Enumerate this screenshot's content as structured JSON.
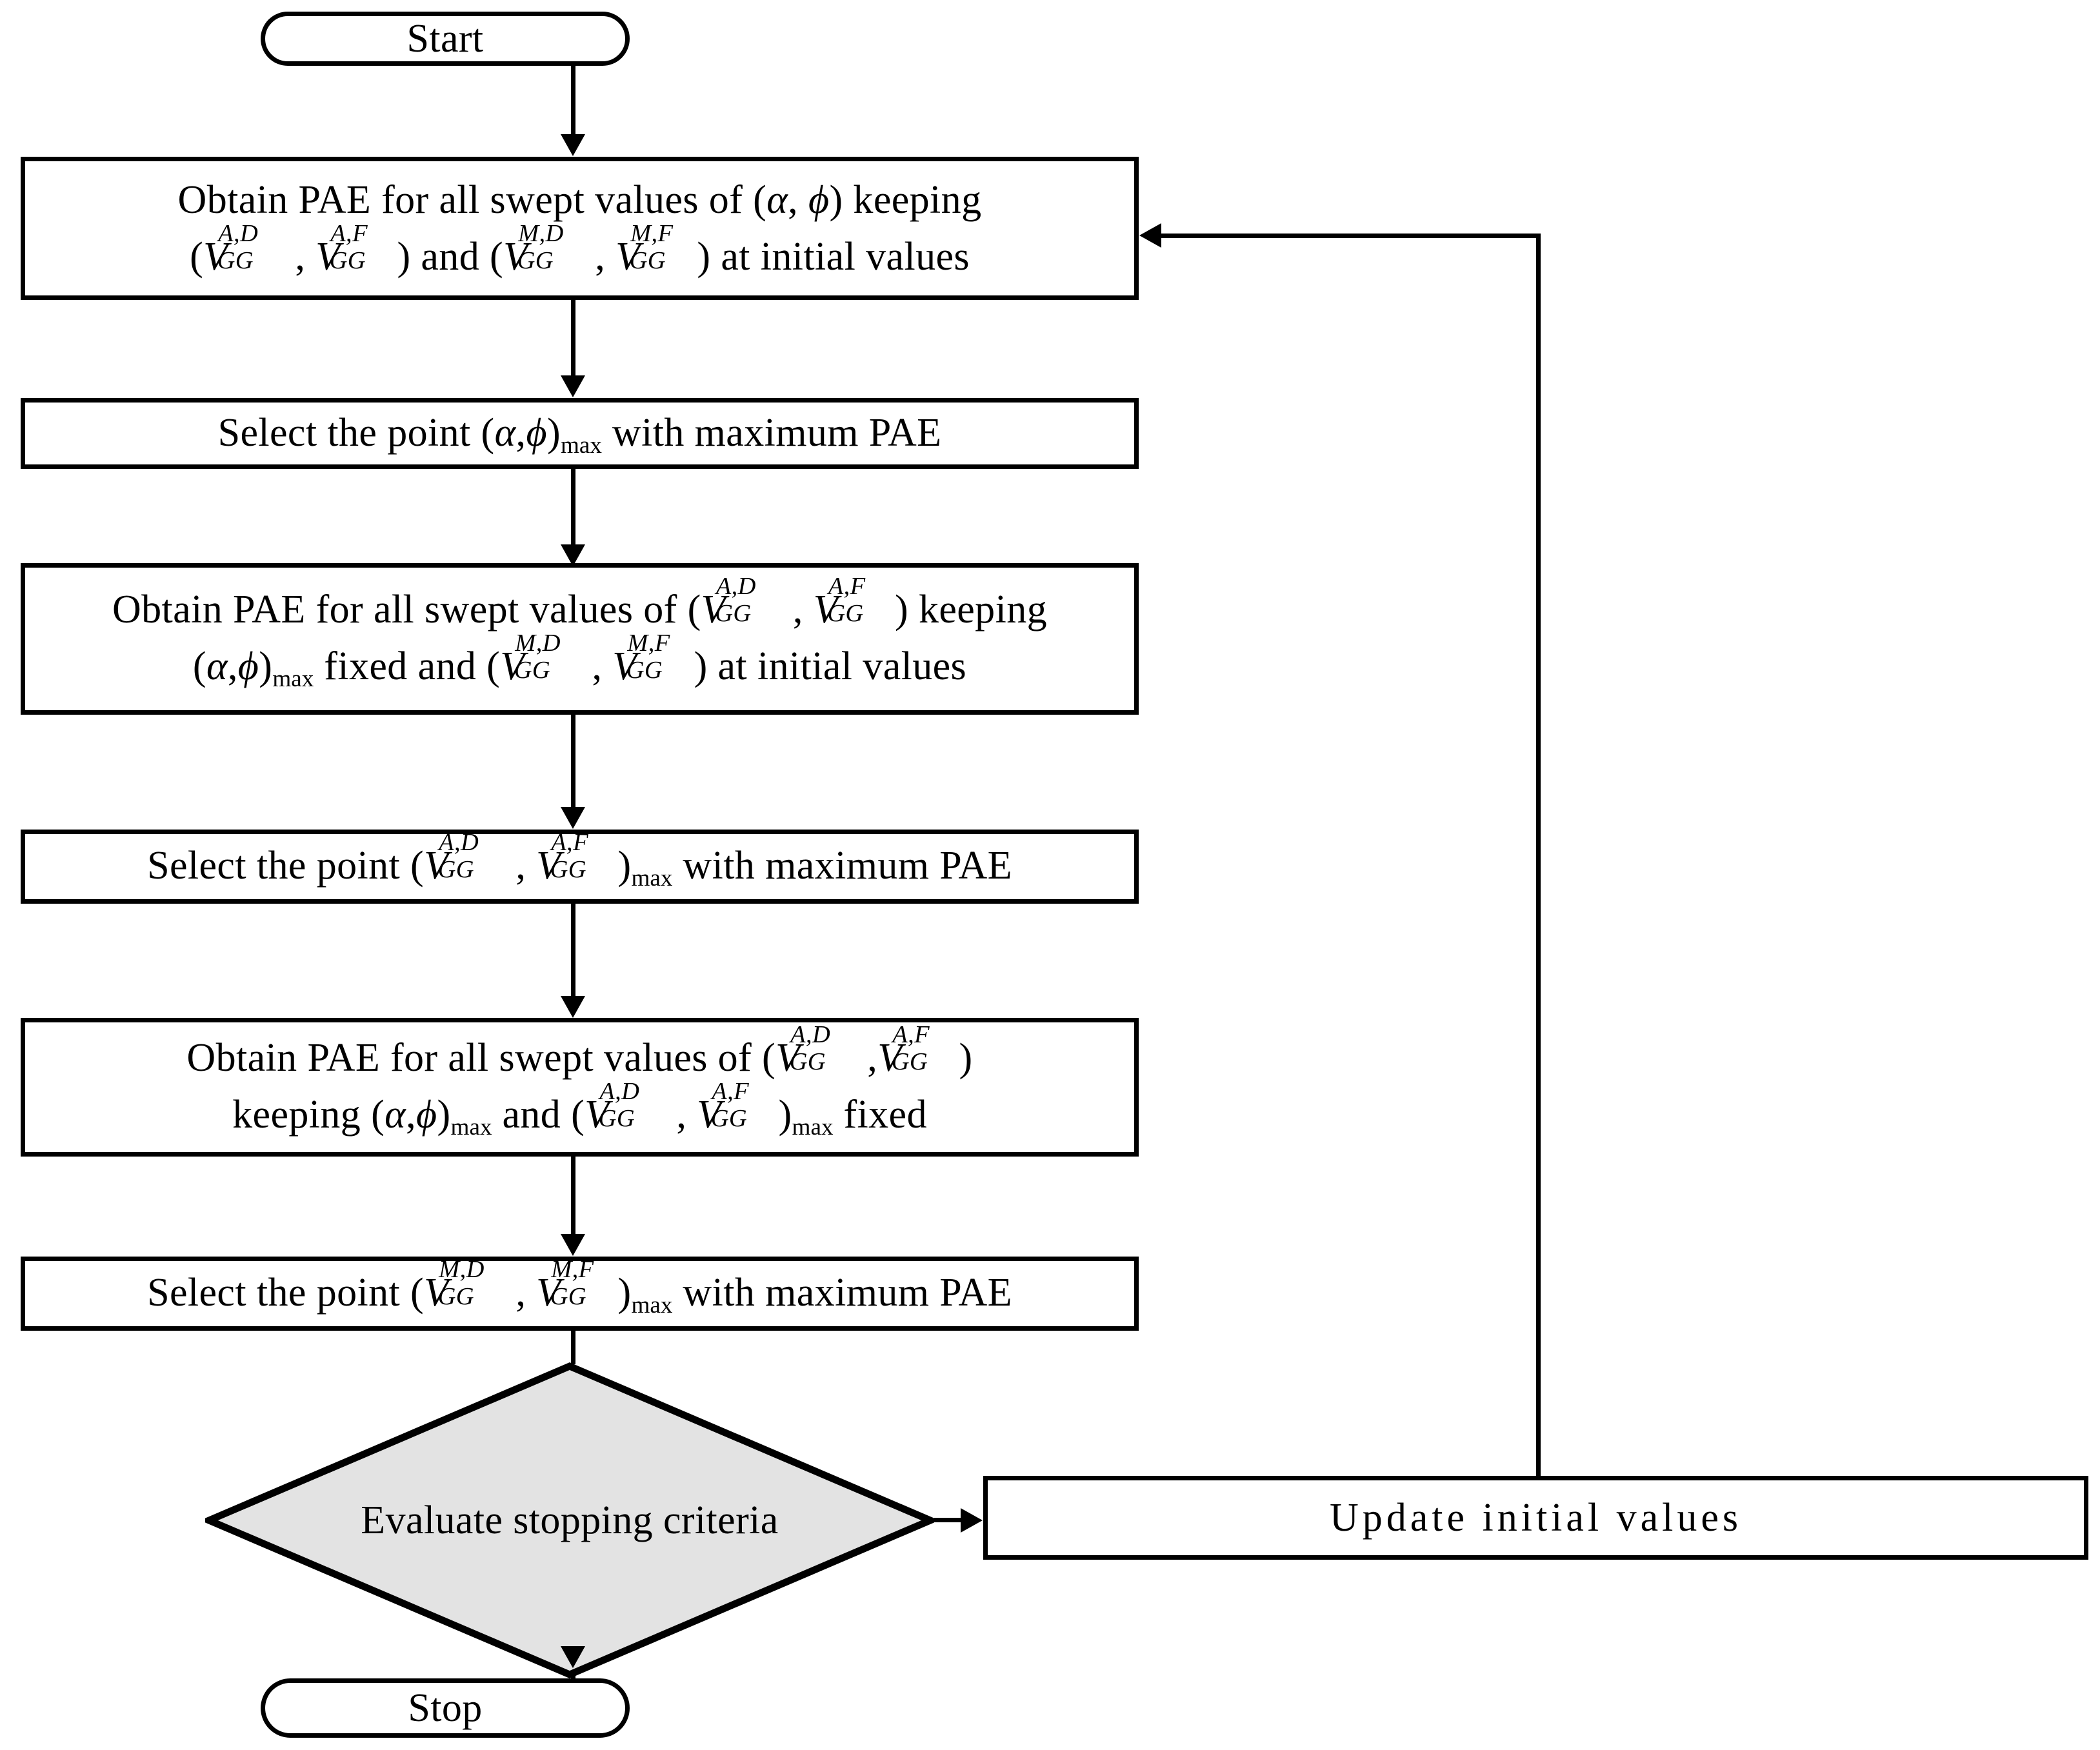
{
  "diagram": {
    "type": "flowchart",
    "title": "PAE optimization sweep flowchart",
    "colors": {
      "stroke": "#000000",
      "node_fill": "#FFFFFF",
      "decision_fill": "#E3E3E3",
      "text": "#000000"
    },
    "nodes": {
      "start": {
        "shape": "terminal",
        "label": "Start"
      },
      "obtain_pae_alpha_phi": {
        "shape": "process",
        "line1_part1": "Obtain PAE for all swept values of (",
        "line1_alpha": "α",
        "line1_comma": ", ",
        "line1_phi": "ϕ",
        "line1_part2": ") keeping",
        "line2_open": "(",
        "v1_base": "V",
        "v1_sup": "A,D",
        "v1_sub": "GG",
        "line2_sep": " , ",
        "v2_base": "V",
        "v2_sup": "A,F",
        "v2_sub": "GG",
        "line2_mid": ") and (",
        "v3_base": "V",
        "v3_sup": "M,D",
        "v3_sub": "GG",
        "line2_sep2": " , ",
        "v4_base": "V",
        "v4_sup": "M,F",
        "v4_sub": "GG",
        "line2_tail": ") at initial values"
      },
      "select_alpha_phi_max": {
        "shape": "process",
        "part1": "Select the point (",
        "alpha": "α",
        "comma": ",",
        "phi": "ϕ",
        "close": ")",
        "sub": "max",
        "part2": " with maximum PAE"
      },
      "obtain_pae_vgg_a": {
        "shape": "process",
        "line1_part1": "Obtain PAE for all swept values of (",
        "v1_base": "V",
        "v1_sup": "A,D",
        "v1_sub": "GG",
        "line1_sep": " , ",
        "v2_base": "V",
        "v2_sup": "A,F",
        "v2_sub": "GG",
        "line1_part2": ") keeping",
        "line2_open": "(",
        "alpha": "α",
        "comma": ",",
        "phi": "ϕ",
        "close": ")",
        "sub": "max",
        "line2_mid": " fixed and (",
        "v3_base": "V",
        "v3_sup": "M,D",
        "v3_sub": "GG",
        "line2_sep2": " , ",
        "v4_base": "V",
        "v4_sup": "M,F",
        "v4_sub": "GG",
        "line2_tail": ") at initial values"
      },
      "select_vgg_a_max": {
        "shape": "process",
        "part1": "Select the point (",
        "v1_base": "V",
        "v1_sup": "A,D",
        "v1_sub": "GG",
        "sep": " , ",
        "v2_base": "V",
        "v2_sup": "A,F",
        "v2_sub": "GG",
        "close": ")",
        "sub": "max",
        "part2": " with maximum PAE"
      },
      "obtain_pae_vgg_m": {
        "shape": "process",
        "line1_part1": "Obtain PAE for all swept values of (",
        "v1_base": "V",
        "v1_sup": "A,D",
        "v1_sub": "GG",
        "line1_sep": " ,",
        "v2_base": "V",
        "v2_sup": "A,F",
        "v2_sub": "GG",
        "line1_part2": ")",
        "line2_pre": "keeping  (",
        "alpha": "α",
        "comma": ",",
        "phi": "ϕ",
        "close1": ")",
        "sub1": "max",
        "line2_mid": "  and  (",
        "v3_base": "V",
        "v3_sup": "A,D",
        "v3_sub": "GG",
        "line2_sep2": " , ",
        "v4_base": "V",
        "v4_sup": "A,F",
        "v4_sub": "GG",
        "close2": ")",
        "sub2": "max",
        "line2_tail": "  fixed"
      },
      "select_vgg_m_max": {
        "shape": "process",
        "part1": "Select the point (",
        "v1_base": "V",
        "v1_sup": "M,D",
        "v1_sub": "GG",
        "sep": " , ",
        "v2_base": "V",
        "v2_sup": "M,F",
        "v2_sub": "GG",
        "close": ")",
        "sub": "max",
        "part2": " with maximum PAE"
      },
      "evaluate_stopping_criteria": {
        "shape": "decision",
        "label": "Evaluate stopping criteria"
      },
      "update_initial_values": {
        "shape": "process",
        "label": "Update  initial  values"
      },
      "stop": {
        "shape": "terminal",
        "label": "Stop"
      }
    },
    "edges": [
      {
        "from": "start",
        "to": "obtain_pae_alpha_phi",
        "direction": "down"
      },
      {
        "from": "obtain_pae_alpha_phi",
        "to": "select_alpha_phi_max",
        "direction": "down"
      },
      {
        "from": "select_alpha_phi_max",
        "to": "obtain_pae_vgg_a",
        "direction": "down"
      },
      {
        "from": "obtain_pae_vgg_a",
        "to": "select_vgg_a_max",
        "direction": "down"
      },
      {
        "from": "select_vgg_a_max",
        "to": "obtain_pae_vgg_m",
        "direction": "down"
      },
      {
        "from": "obtain_pae_vgg_m",
        "to": "select_vgg_m_max",
        "direction": "down"
      },
      {
        "from": "select_vgg_m_max",
        "to": "evaluate_stopping_criteria",
        "direction": "down"
      },
      {
        "from": "evaluate_stopping_criteria",
        "to": "update_initial_values",
        "direction": "right"
      },
      {
        "from": "evaluate_stopping_criteria",
        "to": "stop",
        "direction": "down"
      },
      {
        "from": "update_initial_values",
        "to": "obtain_pae_alpha_phi",
        "direction": "feedback-up-left"
      }
    ]
  }
}
